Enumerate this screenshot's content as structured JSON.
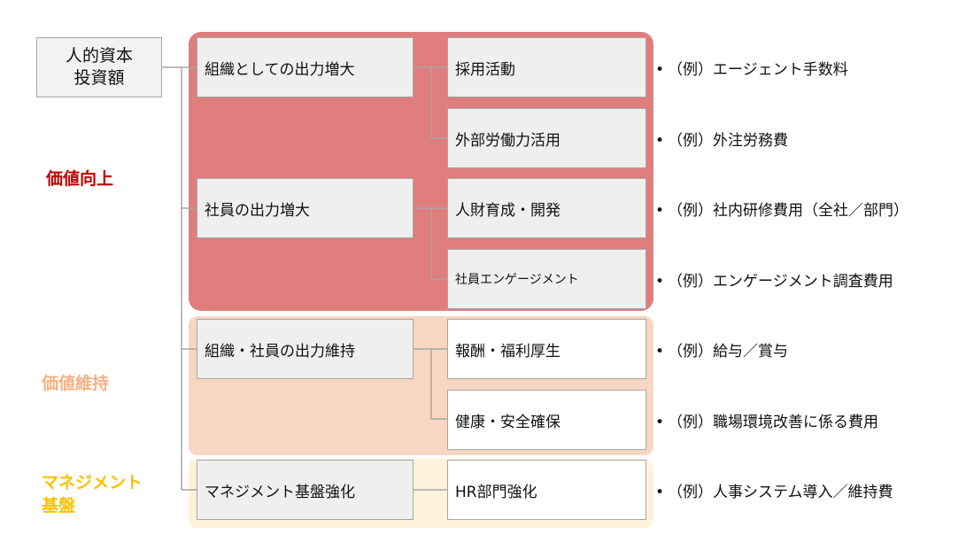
{
  "root": {
    "line1": "人的資本",
    "line2": "投資額"
  },
  "categories": {
    "value_up": {
      "label": "価値向上",
      "color": "#c00000"
    },
    "value_keep": {
      "label": "価値維持",
      "color": "#f4b183"
    },
    "base": {
      "line1": "マネジメント",
      "line2": "基盤",
      "color": "#ffc000"
    }
  },
  "level2": {
    "org_output": "組織としての出力増大",
    "emp_output": "社員の出力増大",
    "maintain": "組織・社員の出力維持",
    "mgmt": "マネジメント基盤強化"
  },
  "level3": {
    "hiring": "採用活動",
    "external": "外部労働力活用",
    "training": "人財育成・開発",
    "engagement": "社員エンゲージメント",
    "compensation": "報酬・福利厚生",
    "health": "健康・安全確保",
    "hr": "HR部門強化"
  },
  "examples": {
    "bullet": "•",
    "hiring": "（例）エージェント手数料",
    "external": "（例）外注労務費",
    "training": "（例）社内研修費用（全社／部門）",
    "engagement": "（例）エンゲージメント調査費用",
    "compensation": "（例）給与／賞与",
    "health": "（例）職場環境改善に係る費用",
    "hr": "（例）人事システム導入／維持費"
  },
  "colors": {
    "value_up_band": "#e07d7d",
    "value_keep_band": "#f7d6c2",
    "base_band": "#fdf2dc",
    "connector": "#a6a6a6"
  }
}
